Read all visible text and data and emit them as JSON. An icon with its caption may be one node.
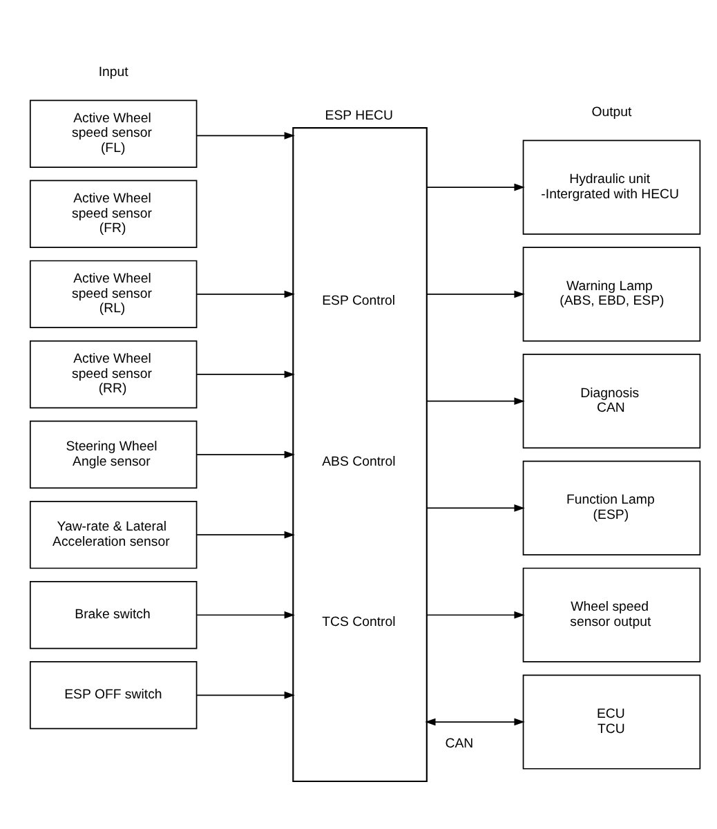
{
  "diagram": {
    "nodes": [
      {
        "text": [
          "Active Wheel speed sensor (FL)"
        ]
      },
      {
        "text": [
          "Active Wheel speed sensor (FR)"
        ]
      },
      {
        "text": [
          "Active Wheel speed sensor (RL)"
        ]
      },
      {
        "text": [
          "Active Wheel speed sensor (RR)"
        ]
      },
      {
        "text": [
          "Steering Wheel Angle sensor"
        ]
      },
      {
        "text": [
          "Yaw-rate & Lateral Acceleration sensor"
        ]
      },
      {
        "text": [
          "Brake switch"
        ]
      },
      {
        "text": [
          "ESP OFF switch"
        ]
      },
      {
        "text": [
          "ESP HECU",
          "ESP Control",
          "ABS Control",
          "TCS Control"
        ]
      },
      {
        "text": [
          "Hydraulic unit -Intergrated with HECU"
        ]
      },
      {
        "text": [
          "Warning Lamp (ABS, EBD, ESP)"
        ]
      },
      {
        "text": [
          "Diagnosis CAN"
        ]
      },
      {
        "text": [
          "Function Lamp (ESP)"
        ]
      },
      {
        "text": [
          "Wheel speed sensor output"
        ]
      },
      {
        "text": [
          "ECU TCU"
        ]
      }
    ],
    "edges": [
      {
        "from": 0,
        "to": 8,
        "arrow": "to"
      },
      {
        "from": 2,
        "to": 8,
        "arrow": "to"
      },
      {
        "from": 3,
        "to": 8,
        "arrow": "to"
      },
      {
        "from": 4,
        "to": 8,
        "arrow": "to"
      },
      {
        "from": 5,
        "to": 8,
        "arrow": "to"
      },
      {
        "from": 6,
        "to": 8,
        "arrow": "to"
      },
      {
        "from": 7,
        "to": 8,
        "arrow": "to"
      },
      {
        "from": 8,
        "to": 9,
        "arrow": "to"
      },
      {
        "from": 8,
        "to": 10,
        "arrow": "to"
      },
      {
        "from": 8,
        "to": 11,
        "arrow": "to"
      },
      {
        "from": 8,
        "to": 12,
        "arrow": "to"
      },
      {
        "from": 8,
        "to": 13,
        "arrow": "to"
      },
      {
        "from": 8,
        "to": 14,
        "label": "CAN",
        "arrow": "both"
      }
    ],
    "labels": [
      "Input",
      "Output"
    ]
  }
}
